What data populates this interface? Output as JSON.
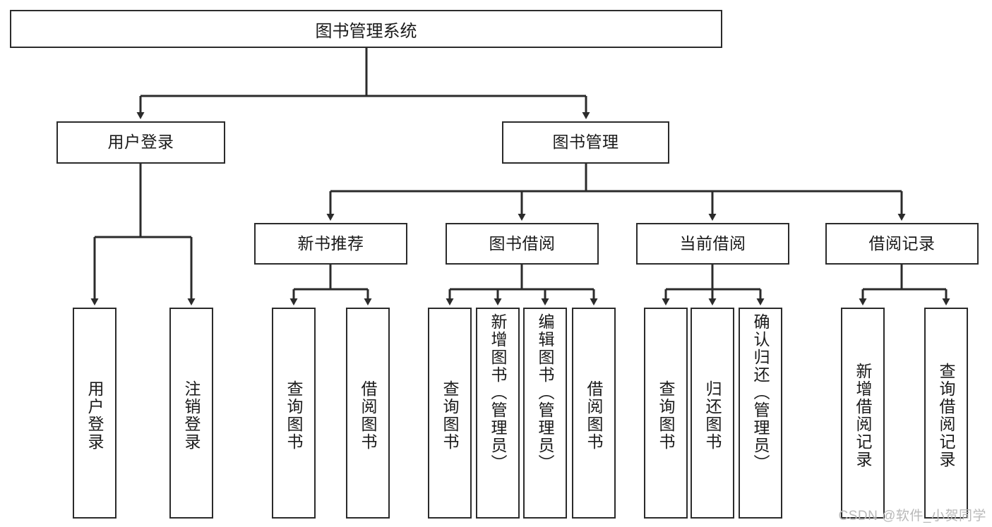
{
  "diagram": {
    "type": "tree-hierarchy",
    "title": "图书管理系统",
    "root": {
      "id": "root",
      "label": "图书管理系统"
    },
    "level2": [
      {
        "id": "user-login",
        "label": "用户登录"
      },
      {
        "id": "book-manage",
        "label": "图书管理"
      }
    ],
    "level3": [
      {
        "id": "new-book-recommend",
        "label": "新书推荐",
        "parent": "book-manage"
      },
      {
        "id": "book-borrow",
        "label": "图书借阅",
        "parent": "book-manage"
      },
      {
        "id": "current-borrow",
        "label": "当前借阅",
        "parent": "book-manage"
      },
      {
        "id": "borrow-record",
        "label": "借阅记录",
        "parent": "book-manage"
      }
    ],
    "leaves": [
      {
        "id": "leaf-user-login",
        "label": "用户登录",
        "parent": "user-login"
      },
      {
        "id": "leaf-user-logout",
        "label": "注销登录",
        "parent": "user-login"
      },
      {
        "id": "leaf-query-book-1",
        "label": "查询图书",
        "parent": "new-book-recommend"
      },
      {
        "id": "leaf-borrow-book-1",
        "label": "借阅图书",
        "parent": "new-book-recommend"
      },
      {
        "id": "leaf-query-book-2",
        "label": "查询图书",
        "parent": "book-borrow"
      },
      {
        "id": "leaf-add-book",
        "label": "新增图书（管理员）",
        "parent": "book-borrow"
      },
      {
        "id": "leaf-edit-book",
        "label": "编辑图书（管理员）",
        "parent": "book-borrow"
      },
      {
        "id": "leaf-borrow-book-2",
        "label": "借阅图书",
        "parent": "book-borrow"
      },
      {
        "id": "leaf-query-book-3",
        "label": "查询图书",
        "parent": "current-borrow"
      },
      {
        "id": "leaf-return-book",
        "label": "归还图书",
        "parent": "current-borrow"
      },
      {
        "id": "leaf-confirm-return",
        "label": "确认归还（管理员）",
        "parent": "current-borrow"
      },
      {
        "id": "leaf-add-record",
        "label": "新增借阅记录",
        "parent": "borrow-record"
      },
      {
        "id": "leaf-query-record",
        "label": "查询借阅记录",
        "parent": "borrow-record"
      }
    ]
  },
  "watermark": {
    "text": "CSDN @软件_小贺同学"
  },
  "colors": {
    "border": "#2b2b2b",
    "background": "#ffffff",
    "text": "#1a1a1a",
    "watermark": "#b9b9b9"
  }
}
